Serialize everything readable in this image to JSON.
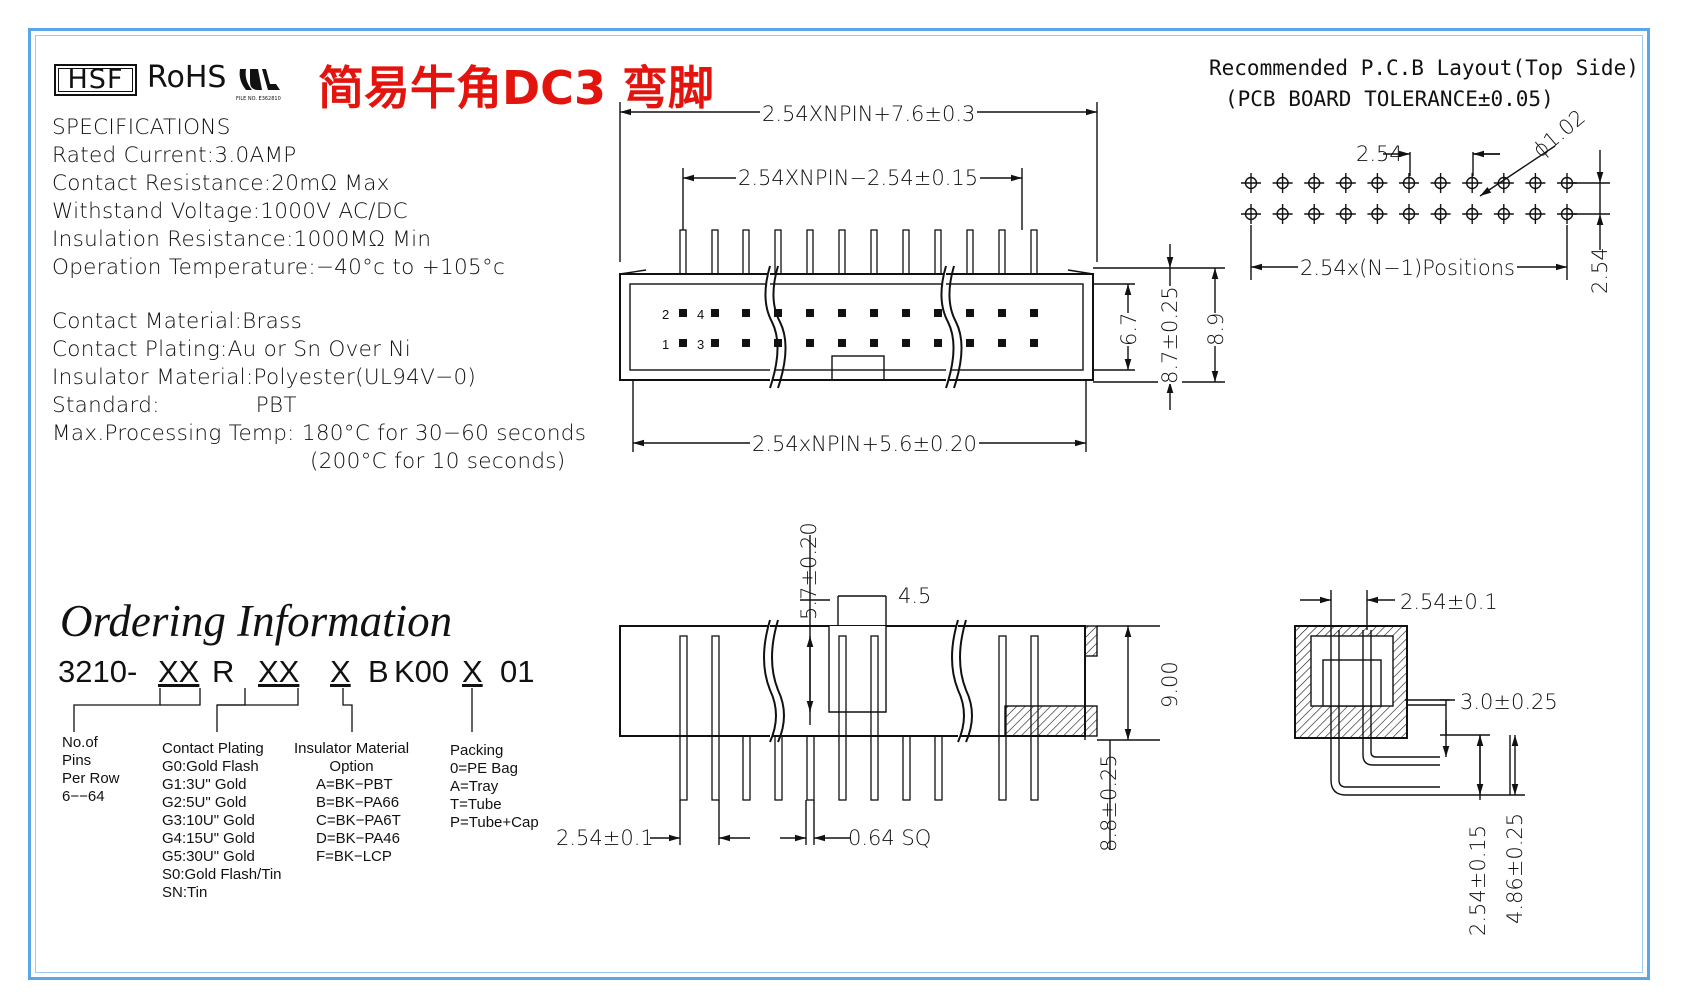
{
  "header": {
    "logo": "HSF",
    "rohs": "RoHS",
    "ul_file_no": "FILE NO. E362810",
    "title": "简易牛角DC3 弯脚"
  },
  "specs": {
    "heading": "SPECIFICATIONS",
    "rated_current": "Rated  Current:3.0AMP",
    "contact_resistance": "Contact  Resistance:20mΩ  Max",
    "withstand_voltage": "Withstand  Voltage:1000V  AC/DC",
    "insulation_resistance": "Insulation  Resistance:1000MΩ  Min",
    "operation_temp": "Operation  Temperature:−40°c  to  +105°c",
    "contact_material": "Contact  Material:Brass",
    "contact_plating": "Contact  Plating:Au  or  Sn  Over  Ni",
    "insulator_material": "Insulator  Material:Polyester(UL94V−0)",
    "standard_label": "Standard:",
    "standard_value": "PBT",
    "max_processing": "Max.Processing  Temp:  180°C  for  30−60  seconds",
    "max_processing_2": "(200°C  for  10  seconds)"
  },
  "pcb_layout": {
    "title": "Recommended  P.C.B  Layout(Top  Side)",
    "tolerance": "(PCB  BOARD  TOLERANCE±0.05)",
    "pitch": "2.54",
    "hole": "ϕ1.02",
    "positions": "2.54x(N−1)Positions",
    "row_pitch": "2.54"
  },
  "top_view": {
    "overall": "2.54XNPIN+7.6±0.3",
    "pin_span": "2.54XNPIN−2.54±0.15",
    "base_width": "2.54xNPIN+5.6±0.20",
    "height_inner": "6.7",
    "height_mid": "8.7±0.25",
    "height_outer": "8.9",
    "pin_labels": [
      "2",
      "4",
      "1",
      "3"
    ]
  },
  "front_view": {
    "height": "5.7±0.20",
    "key_width": "4.5",
    "pitch": "2.54±0.1",
    "pin_size": "0.64  SQ",
    "body_height": "9.00",
    "pin_height": "8.8±0.25"
  },
  "side_view": {
    "pitch": "2.54±0.1",
    "bend": "3.0±0.25",
    "low": "2.54±0.15",
    "high": "4.86±0.25"
  },
  "ordering": {
    "title": "Ordering Information",
    "part_number": [
      "3210-",
      "XX",
      "R",
      "XX",
      "X",
      "B",
      "K00",
      "X",
      "01"
    ],
    "pins": [
      "No.of",
      "Pins",
      "Per  Row",
      "6−−64"
    ],
    "plating": [
      "Contact  Plating",
      "G0:Gold  Flash",
      "G1:3U\"  Gold",
      "G2:5U\"  Gold",
      "G3:10U\"  Gold",
      "G4:15U\"  Gold",
      "G5:30U\"  Gold",
      "S0:Gold  Flash/Tin",
      "SN:Tin"
    ],
    "insulator": [
      "Insulator  Material",
      "Option",
      "A=BK−PBT",
      "B=BK−PA66",
      "C=BK−PA6T",
      "D=BK−PA46",
      "F=BK−LCP"
    ],
    "packing": [
      "Packing",
      "0=PE  Bag",
      "A=Tray",
      "T=Tube",
      "P=Tube+Cap"
    ]
  }
}
